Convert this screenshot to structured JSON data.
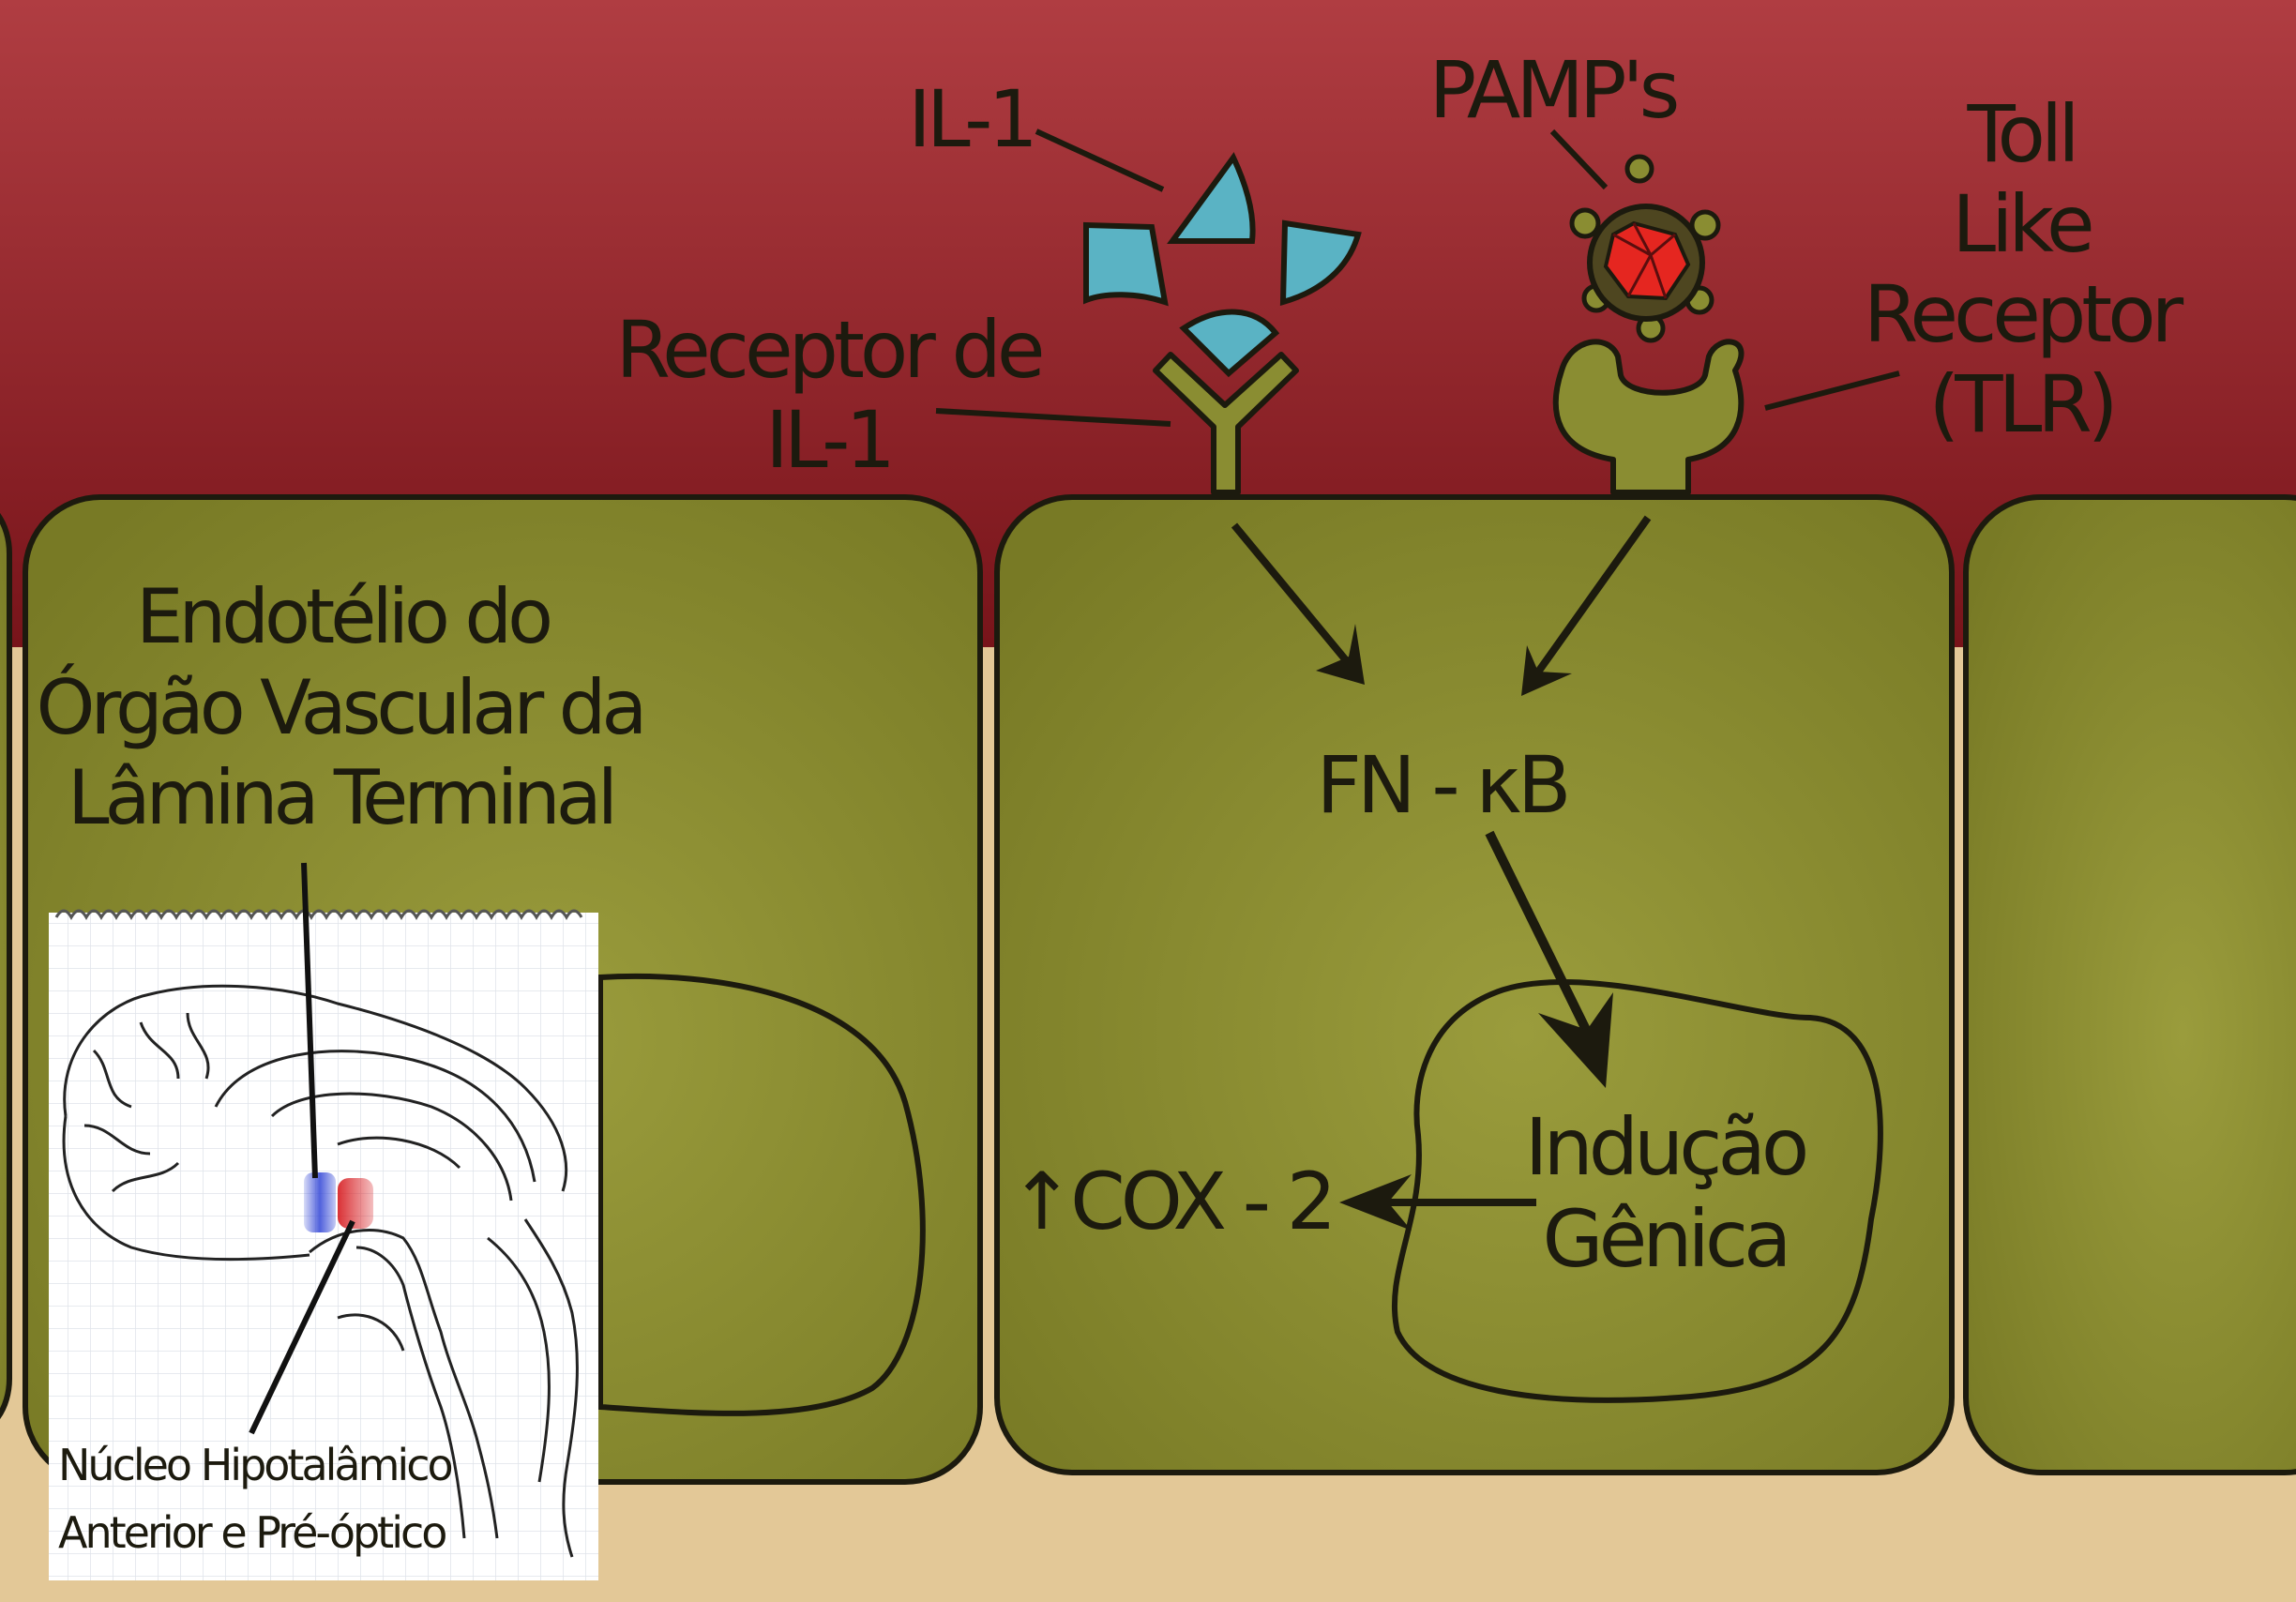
{
  "labels": {
    "il1": "IL-1",
    "pamps": "PAMP's",
    "tlr_line1": "Toll",
    "tlr_line2": "Like",
    "tlr_line3": "Receptor",
    "tlr_line4": "(TLR)",
    "receptor_line1": "Receptor de",
    "receptor_line2": "IL-1",
    "endothelium_line1": "Endotélio do",
    "endothelium_line2": "Órgão Vascular da",
    "endothelium_line3": "Lâmina Terminal",
    "nfkb": "FN - κB",
    "induction_line1": "Indução",
    "induction_line2": "Gênica",
    "cox2": "↑COX - 2",
    "nucleus_line1": "Núcleo Hipotalâmico",
    "nucleus_line2": "Anterior e Pré-óptico"
  },
  "colors": {
    "blood": "#8f1f24",
    "tissue": "#e3c897",
    "cell": "#8a8d32",
    "il1_ligand": "#5ab3c4",
    "pathogen_core": "#e52620",
    "outline": "#1c1a0e"
  }
}
